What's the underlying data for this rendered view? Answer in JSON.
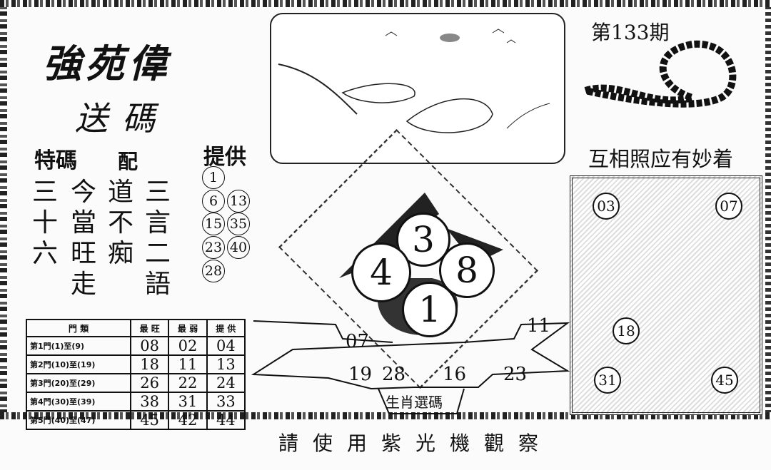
{
  "header": {
    "logo_text": "強苑偉",
    "sub_logo": "送碼",
    "issue": "第133期",
    "slogan": "互相照应有妙着"
  },
  "left": {
    "special_label": "特碼",
    "match_label": "配",
    "provide_label": "提供",
    "verse_columns": [
      [
        "三",
        "十",
        "六",
        ""
      ],
      [
        "今",
        "當",
        "旺",
        "走"
      ],
      [
        "道",
        "不",
        "痴",
        ""
      ],
      [
        "三",
        "言",
        "二",
        "語"
      ]
    ],
    "provide_numbers": [
      "1",
      "6",
      "13",
      "15",
      "35",
      "23",
      "40",
      "28"
    ]
  },
  "table": {
    "headers": [
      "門 類",
      "最 旺",
      "最 弱",
      "提 供"
    ],
    "rows": [
      [
        "第1門(1)至(9)",
        "08",
        "02",
        "04"
      ],
      [
        "第2門(10)至(19)",
        "18",
        "11",
        "13"
      ],
      [
        "第3門(20)至(29)",
        "26",
        "22",
        "24"
      ],
      [
        "第4門(30)至(39)",
        "38",
        "31",
        "33"
      ],
      [
        "第5門(40)至(47)",
        "45",
        "42",
        "44"
      ]
    ]
  },
  "center": {
    "balls": [
      "3",
      "4",
      "8",
      "1"
    ],
    "ribbon_numbers": [
      "07",
      "11",
      "19",
      "28",
      "16",
      "23"
    ],
    "ribbon_label": "生肖選碼"
  },
  "right": {
    "numbers": [
      "03",
      "07",
      "18",
      "31",
      "45"
    ]
  },
  "footer": {
    "text": "請使用紫光機觀察"
  }
}
